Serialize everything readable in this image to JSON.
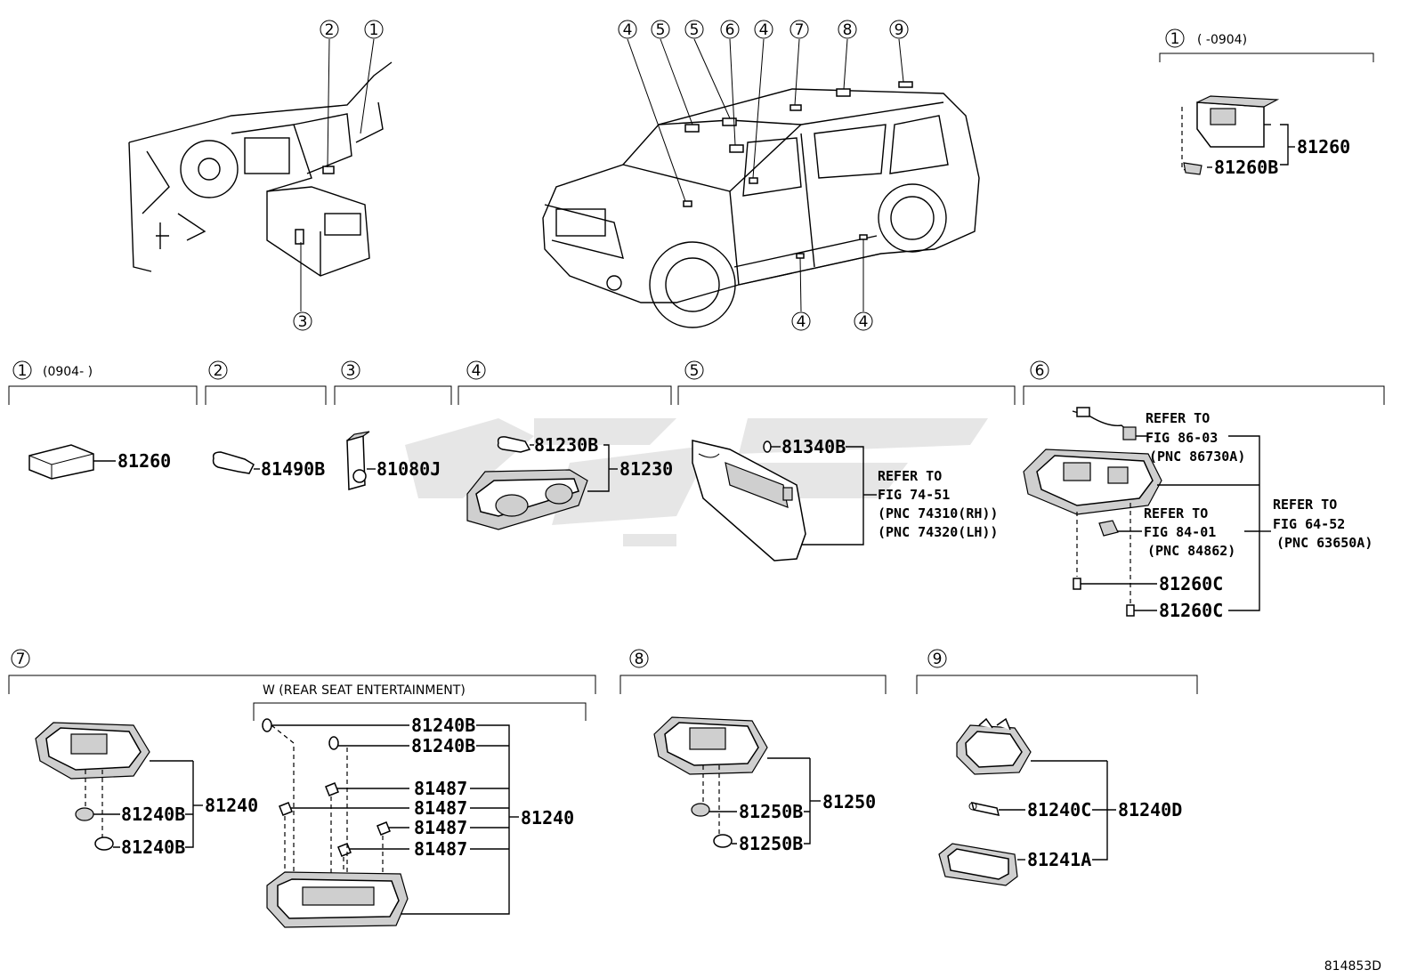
{
  "top_callouts": {
    "dash": [
      "1",
      "2",
      "3"
    ],
    "car": [
      "4",
      "5",
      "5",
      "6",
      "4",
      "7",
      "8",
      "9"
    ],
    "car_bottom": [
      "4",
      "4"
    ],
    "c1_old": "1",
    "c1_old_range": "(      -0904)"
  },
  "sections": {
    "s1": {
      "num": "1",
      "range": "(0904-    )"
    },
    "s2": {
      "num": "2"
    },
    "s3": {
      "num": "3"
    },
    "s4": {
      "num": "4"
    },
    "s5": {
      "num": "5"
    },
    "s6": {
      "num": "6"
    },
    "s7": {
      "num": "7",
      "variant": "W (REAR SEAT ENTERTAINMENT)"
    },
    "s8": {
      "num": "8"
    },
    "s9": {
      "num": "9"
    }
  },
  "parts": {
    "top_right": [
      "81260",
      "81260B"
    ],
    "s1": "81260",
    "s2": "81490B",
    "s3": "81080J",
    "s4": [
      "81230B",
      "81230"
    ],
    "s5": {
      "part": "81340B",
      "ref": [
        "REFER TO",
        "FIG 74-51",
        "(PNC 74310(RH))",
        "(PNC 74320(LH))"
      ]
    },
    "s6": {
      "ref1": [
        "REFER TO",
        "FIG 86-03",
        "(PNC 86730A)"
      ],
      "ref2": [
        "REFER TO",
        "FIG 84-01",
        "(PNC 84862)"
      ],
      "ref3": [
        "REFER TO",
        "FIG 64-52",
        "(PNC 63650A)"
      ],
      "parts": [
        "81260C",
        "81260C"
      ]
    },
    "s7": {
      "left": [
        "81240B",
        "81240B",
        "81240"
      ],
      "right": [
        "81240B",
        "81240B",
        "81487",
        "81487",
        "81487",
        "81487",
        "81240"
      ]
    },
    "s8": [
      "81250B",
      "81250B",
      "81250"
    ],
    "s9": [
      "81240C",
      "81240D",
      "81241A"
    ]
  },
  "figure_id": "814853D"
}
